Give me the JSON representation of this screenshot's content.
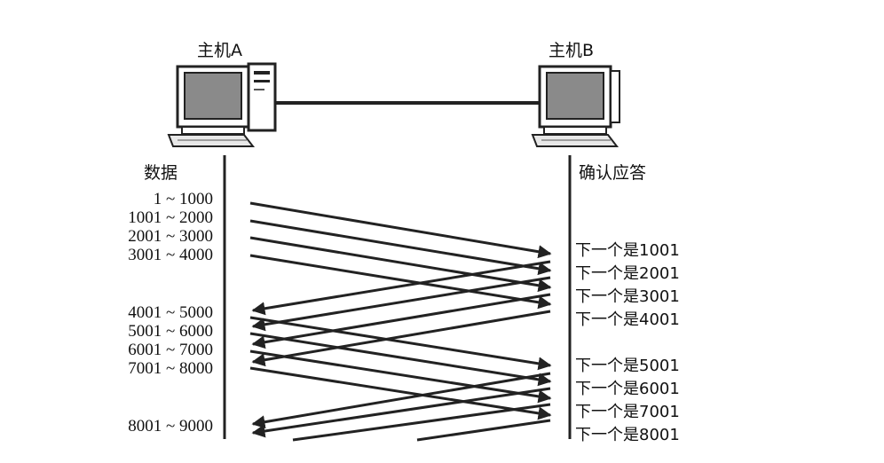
{
  "hosts": {
    "a": {
      "label": "主机A"
    },
    "b": {
      "label": "主机B"
    }
  },
  "columns": {
    "left_header": "数据",
    "right_header": "确认应答"
  },
  "data_segments": [
    "1 ~ 1000",
    "1001 ~ 2000",
    "2001 ~ 3000",
    "3001 ~ 4000",
    "4001 ~ 5000",
    "5001 ~ 6000",
    "6001 ~ 7000",
    "7001 ~ 8000",
    "8001 ~ 9000"
  ],
  "acks": [
    "下一个是1001",
    "下一个是2001",
    "下一个是3001",
    "下一个是4001",
    "下一个是5001",
    "下一个是6001",
    "下一个是7001",
    "下一个是8001"
  ],
  "colors": {
    "line": "#222222",
    "background": "#ffffff"
  }
}
